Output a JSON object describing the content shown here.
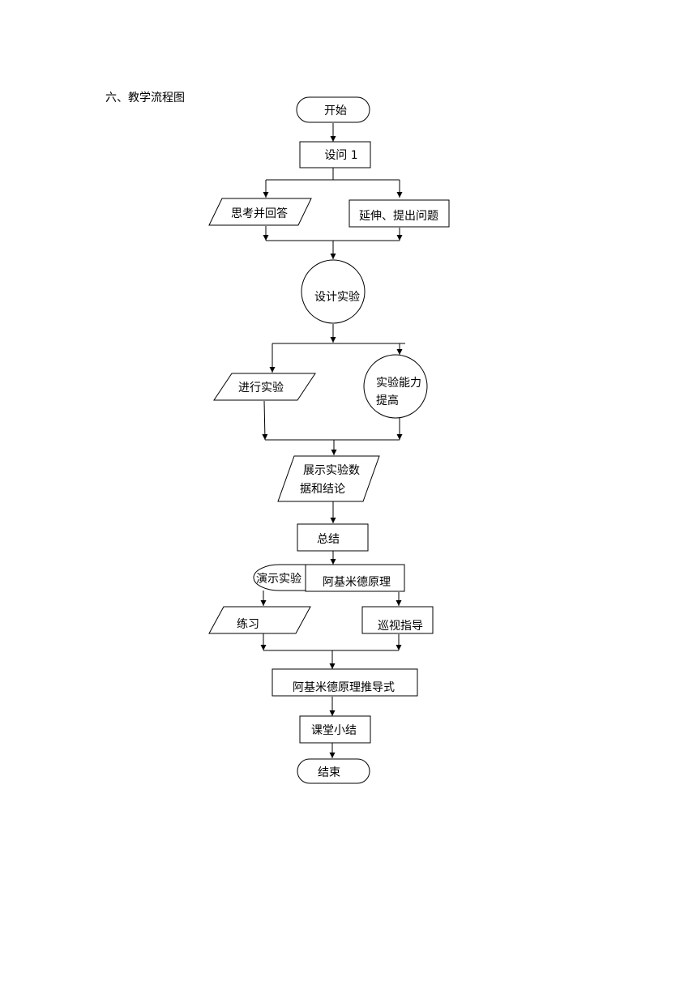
{
  "heading": "六、教学流程图",
  "nodes": {
    "start": "开始",
    "q1": "设问 1",
    "think": "思考并回答",
    "extend": "延伸、提出问题",
    "design": "设计实验",
    "conduct": "进行实验",
    "ability_l1": "实验能力",
    "ability_l2": "提高",
    "show_l1": "展示实验数",
    "show_l2": "据和结论",
    "summary": "总结",
    "demo": "演示实验",
    "archimedes": "阿基米德原理",
    "practice": "练习",
    "patrol": "巡视指导",
    "derive": "阿基米德原理推导式",
    "review": "课堂小结",
    "end": "结束"
  }
}
